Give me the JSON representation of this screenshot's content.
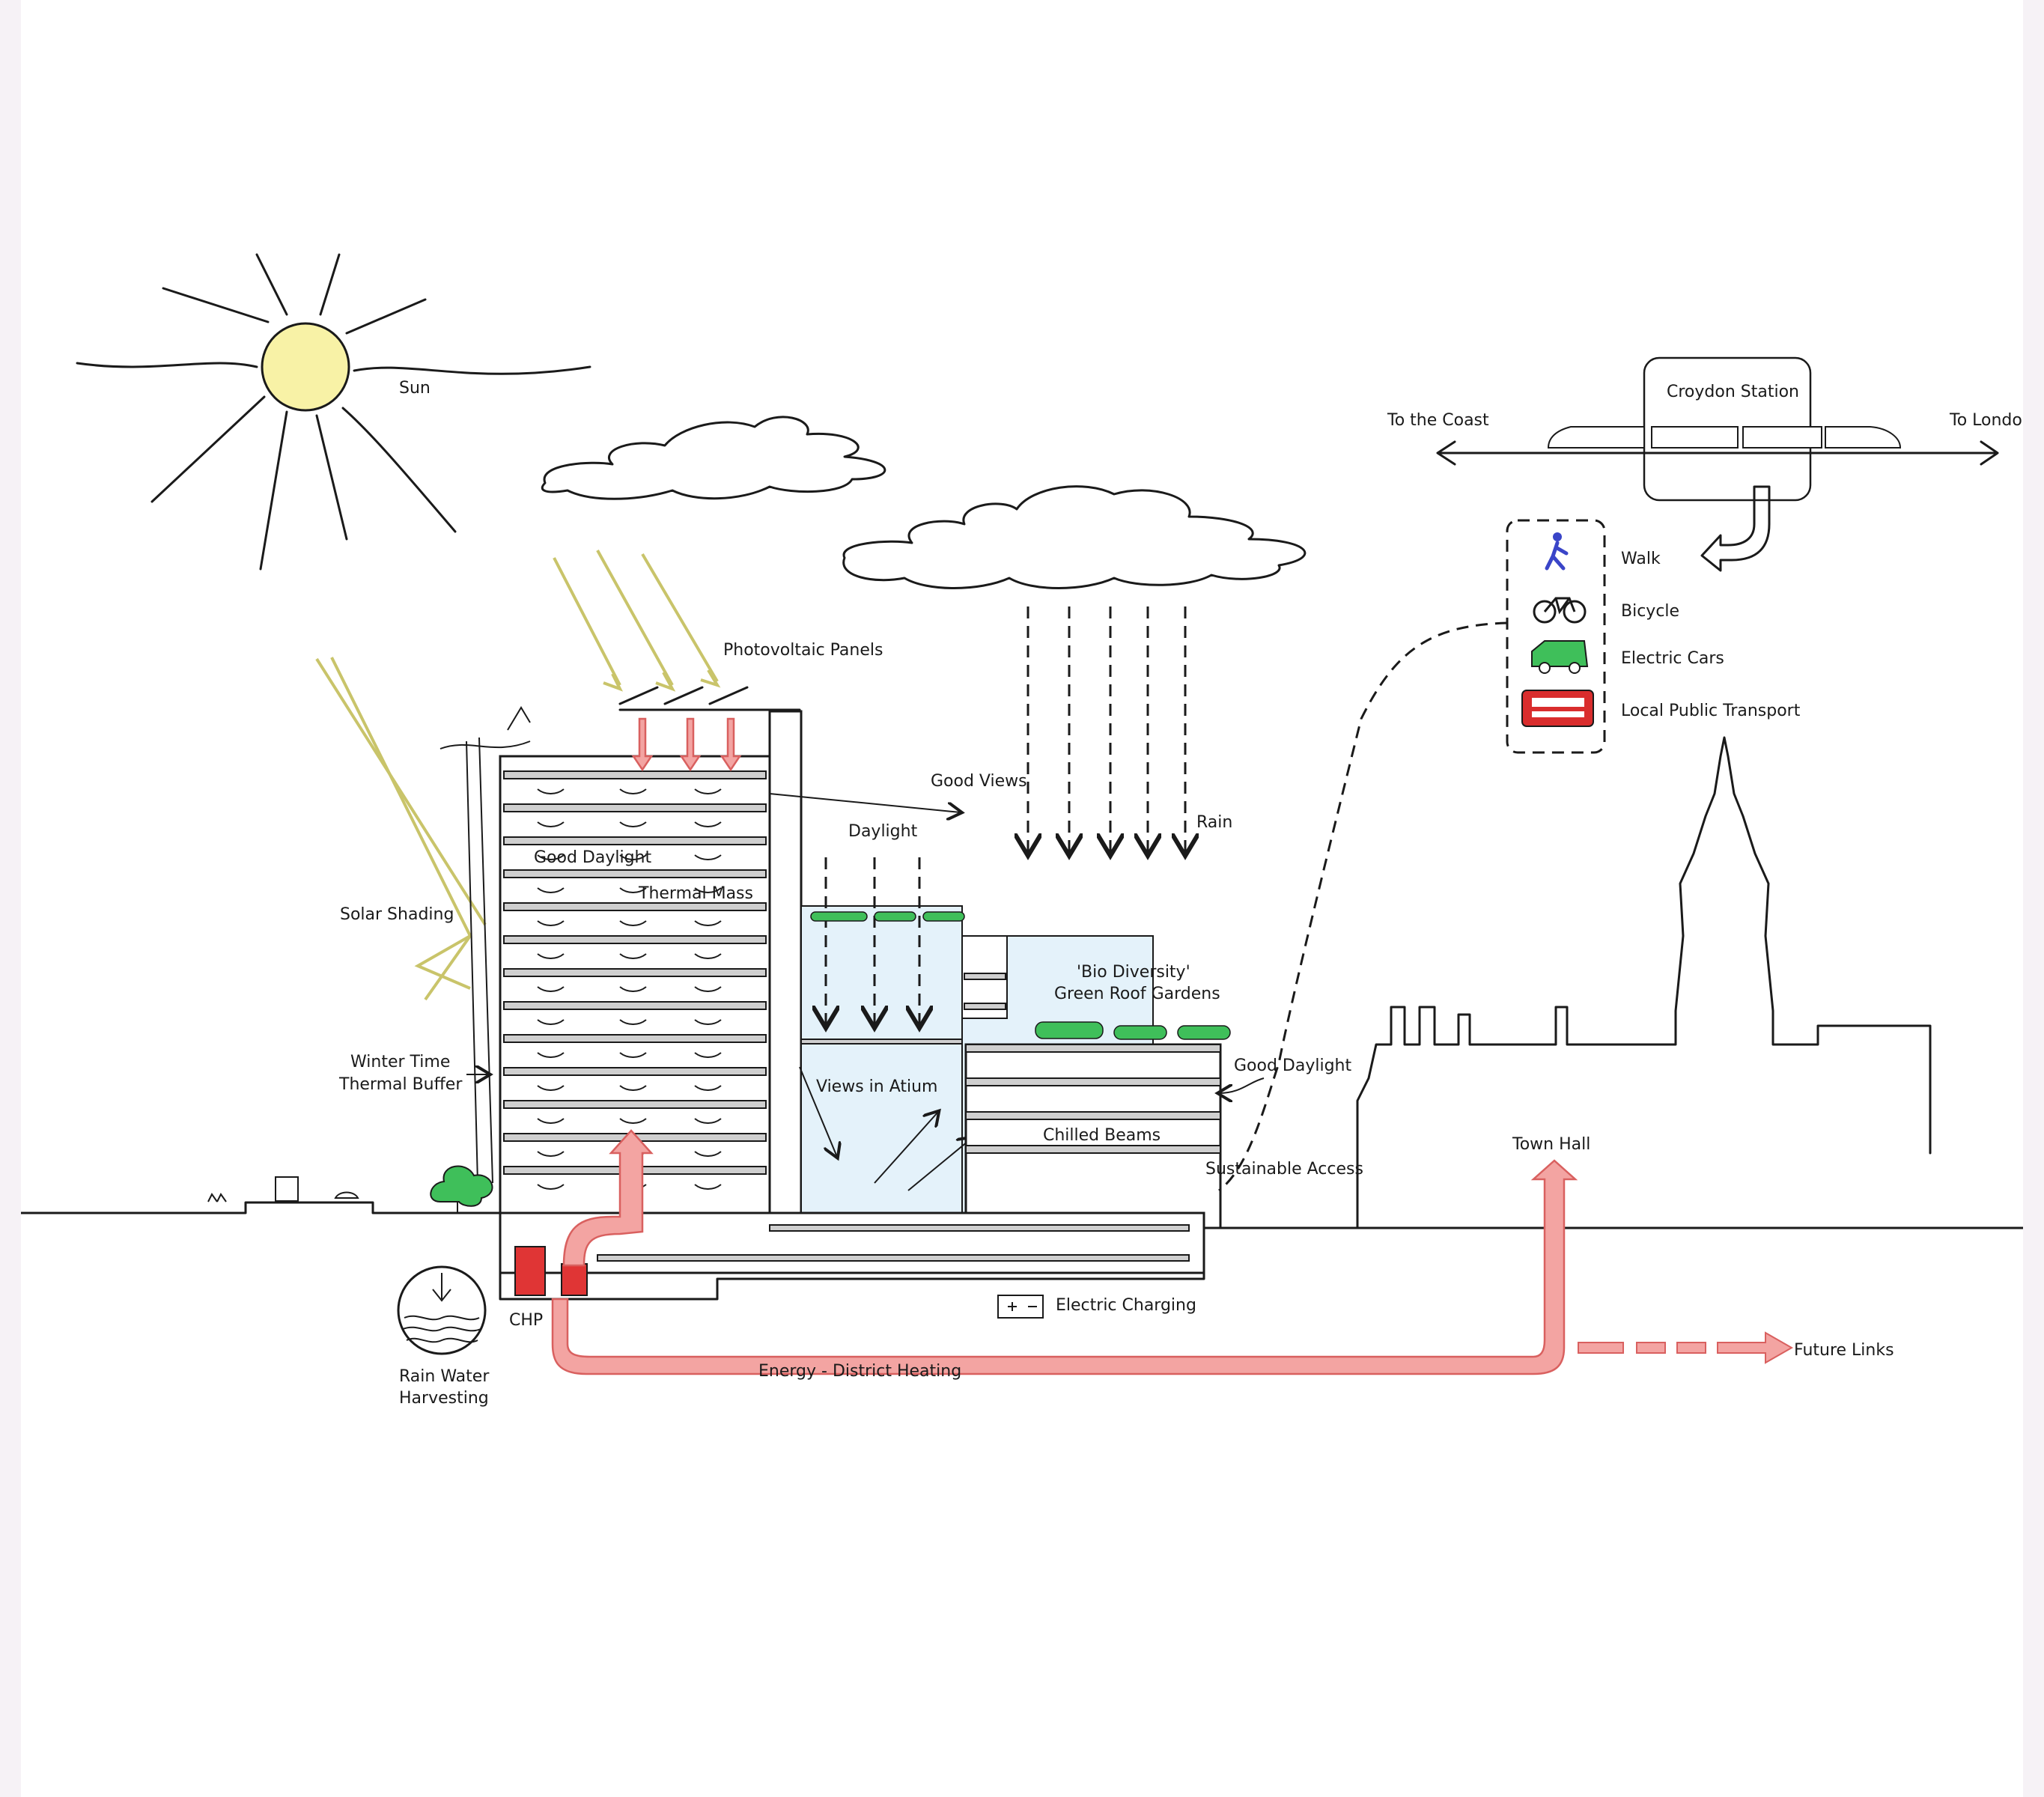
{
  "labels": {
    "sun": "Sun",
    "photovoltaic": "Photovoltaic Panels",
    "good_views": "Good Views",
    "daylight": "Daylight",
    "rain": "Rain",
    "good_daylight_main": "Good Daylight",
    "thermal_mass": "Thermal Mass",
    "solar_shading": "Solar Shading",
    "winter_time_1": "Winter Time",
    "winter_time_2": "Thermal Buffer",
    "bio_diversity_1": "'Bio Diversity'",
    "bio_diversity_2": "Green Roof Gardens",
    "good_daylight_side": "Good Daylight",
    "views_in_atrium": "Views in Atium",
    "chilled_beams": "Chilled Beams",
    "sustainable_access": "Sustainable Access",
    "town_hall": "Town Hall",
    "rain_water_1": "Rain Water",
    "rain_water_2": "Harvesting",
    "chp": "CHP",
    "electric_charging": "Electric Charging",
    "energy": "Energy - District Heating",
    "future_links": "Future Links",
    "croydon_station": "Croydon Station",
    "to_the_coast": "To the Coast",
    "to_london": "To London"
  },
  "legend": [
    {
      "label": "Walk",
      "icon": "walk-icon",
      "color": "#3a45c8"
    },
    {
      "label": "Bicycle",
      "icon": "bicycle-icon",
      "color": "#1a1a1a"
    },
    {
      "label": "Electric Cars",
      "icon": "electric-car-icon",
      "color": "#3fbf5a"
    },
    {
      "label": "Local Public Transport",
      "icon": "bus-icon",
      "color": "#d92d2d"
    }
  ],
  "colors": {
    "sun": "#f8f2a6",
    "sun_rays_arrows": "#c9c46a",
    "heat_arrows": "#f3a4a2",
    "chp_units": "#e03535",
    "atrium_glass": "#e4f2fa",
    "green_roof": "#3fbf5a"
  }
}
